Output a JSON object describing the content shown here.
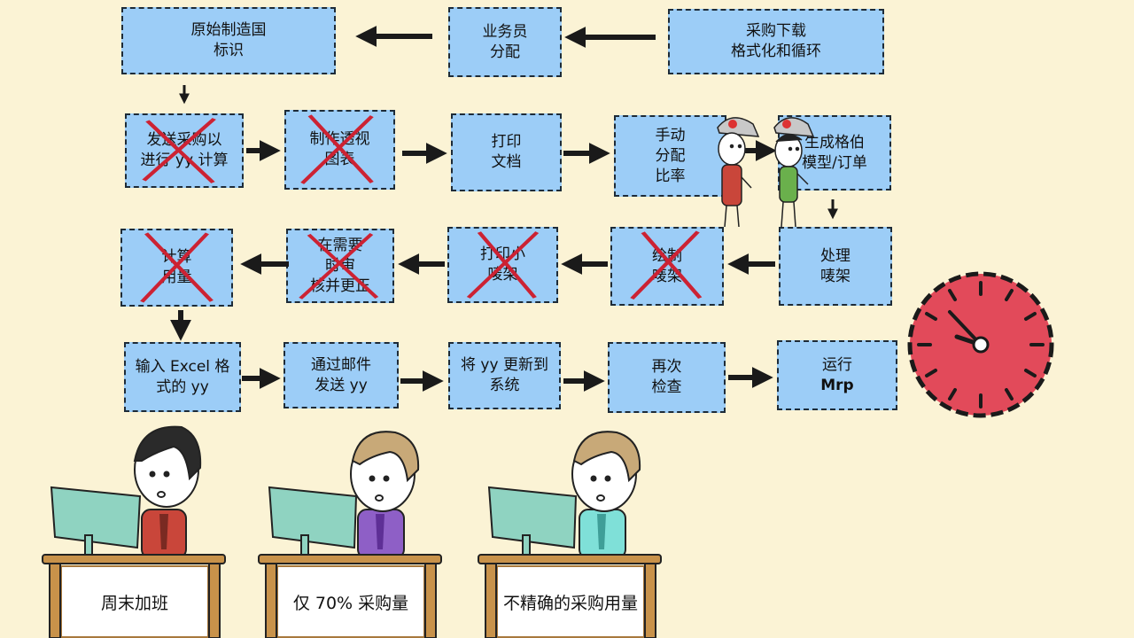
{
  "flow": {
    "row1": {
      "procurement_download": "采购下载\n格式化和循环",
      "salesperson_assign": "业务员\n分配",
      "origin_label": "原始制造国\n标识"
    },
    "row2": {
      "send_purchase": "发送采购以\n进行 yy 计算",
      "make_pivot": "制作透视\n图表",
      "print_docs": "打印\n文档",
      "manual_ratio": "手动\n分配\n比率",
      "generate_model": "生成格伯\n模型/订单"
    },
    "row3": {
      "process_marker": "处理\n唛架",
      "draw_marker": "绘制\n唛架",
      "print_small_marker": "打印小\n唛架",
      "review_update": "在需要\n时审\n核并更正",
      "calc_usage": "计算\n用量"
    },
    "row4": {
      "input_excel": "输入 Excel 格\n式的 yy",
      "email_yy": "通过邮件\n发送 yy",
      "update_system": "将 yy 更新到\n系统",
      "recheck": "再次\n检查",
      "run_label": "运行",
      "run_mrp": "Mrp"
    }
  },
  "desks": {
    "label_1": "周末加班",
    "label_2": "仅 70% 采购量",
    "label_3": "不精确的采购用量"
  },
  "colors": {
    "box_fill": "#9ccdf7",
    "cross": "#cc2233",
    "clock": "#e24a5a",
    "background": "#fbf3d5"
  }
}
